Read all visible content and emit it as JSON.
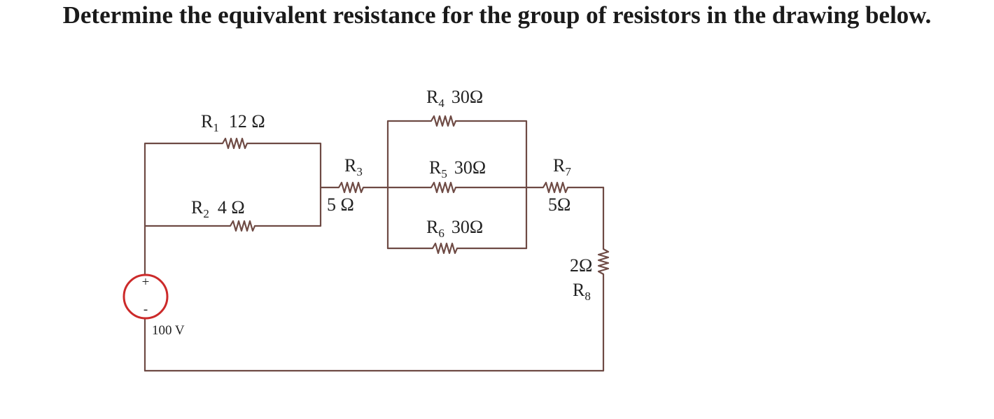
{
  "question": "Determine the equivalent resistance for the group of resistors in the drawing below.",
  "circuit": {
    "colors": {
      "wire": "#6e4a44",
      "source": "#cc2a2a",
      "text": "#222222"
    },
    "source": {
      "voltage": "100 V",
      "plus": "+",
      "minus": "-"
    },
    "resistors": [
      {
        "id": "R1",
        "name": "R",
        "sub": "1",
        "value": "12 Ω"
      },
      {
        "id": "R2",
        "name": "R",
        "sub": "2",
        "value": "4 Ω"
      },
      {
        "id": "R3",
        "name": "R",
        "sub": "3",
        "value": "5 Ω"
      },
      {
        "id": "R4",
        "name": "R",
        "sub": "4",
        "value": "30Ω"
      },
      {
        "id": "R5",
        "name": "R",
        "sub": "5",
        "value": "30Ω"
      },
      {
        "id": "R6",
        "name": "R",
        "sub": "6",
        "value": "30Ω"
      },
      {
        "id": "R7",
        "name": "R",
        "sub": "7",
        "value": "5Ω"
      },
      {
        "id": "R8",
        "name": "R",
        "sub": "8",
        "value": "2Ω"
      }
    ]
  }
}
